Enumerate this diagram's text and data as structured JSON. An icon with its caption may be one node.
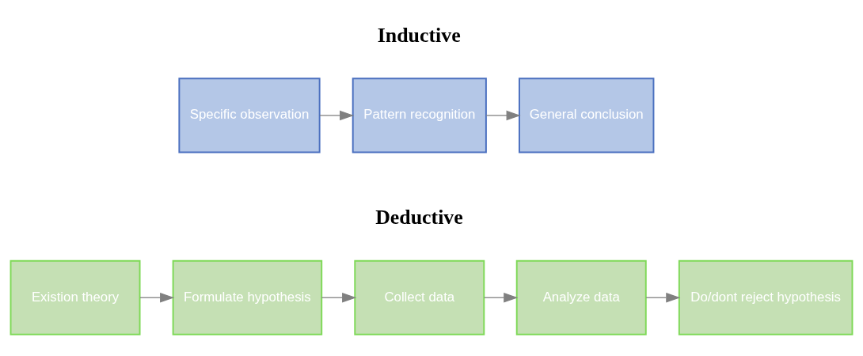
{
  "diagram": {
    "nodes": [
      {
        "text": [
          "Specific observation"
        ]
      },
      {
        "text": [
          "Pattern recognition"
        ]
      },
      {
        "text": [
          "General conclusion"
        ]
      },
      {
        "text": [
          "Existion theory"
        ]
      },
      {
        "text": [
          "Formulate hypothesis"
        ]
      },
      {
        "text": [
          "Collect data"
        ]
      },
      {
        "text": [
          "Analyze data"
        ]
      },
      {
        "text": [
          "Do/dont reject hypothesis"
        ]
      }
    ],
    "edges": [
      {
        "from": 0,
        "to": 1,
        "arrow": "to"
      },
      {
        "from": 1,
        "to": 2,
        "arrow": "to"
      },
      {
        "from": 3,
        "to": 4,
        "arrow": "to"
      },
      {
        "from": 4,
        "to": 5,
        "arrow": "to"
      },
      {
        "from": 5,
        "to": 6,
        "arrow": "to"
      },
      {
        "from": 6,
        "to": 7,
        "arrow": "to"
      }
    ],
    "labels": [
      "Inductive",
      "Deductive"
    ]
  }
}
